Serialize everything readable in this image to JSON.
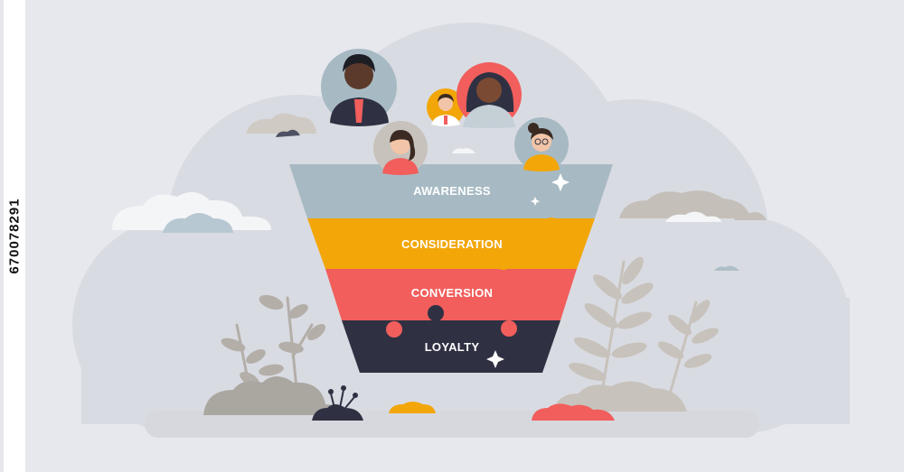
{
  "funnel": {
    "stages": [
      {
        "label": "AWARENESS",
        "color": "#a7bac3"
      },
      {
        "label": "CONSIDERATION",
        "color": "#f2a608"
      },
      {
        "label": "CONVERSION",
        "color": "#f15e5c"
      },
      {
        "label": "LOYALTY",
        "color": "#2f3143"
      }
    ]
  },
  "stock_id": "670078291",
  "colors": {
    "background": "#e6e8ed",
    "cloud": "#d9dbe2",
    "ground": "#d6d8dd",
    "plant": "#aaa6a0",
    "skin_dark": "#5b3a2c",
    "skin_light": "#f2c5a8"
  },
  "icons": [
    "avatar",
    "sparkle-icon",
    "cloud-icon",
    "leaf-plant-icon",
    "bush-icon"
  ]
}
